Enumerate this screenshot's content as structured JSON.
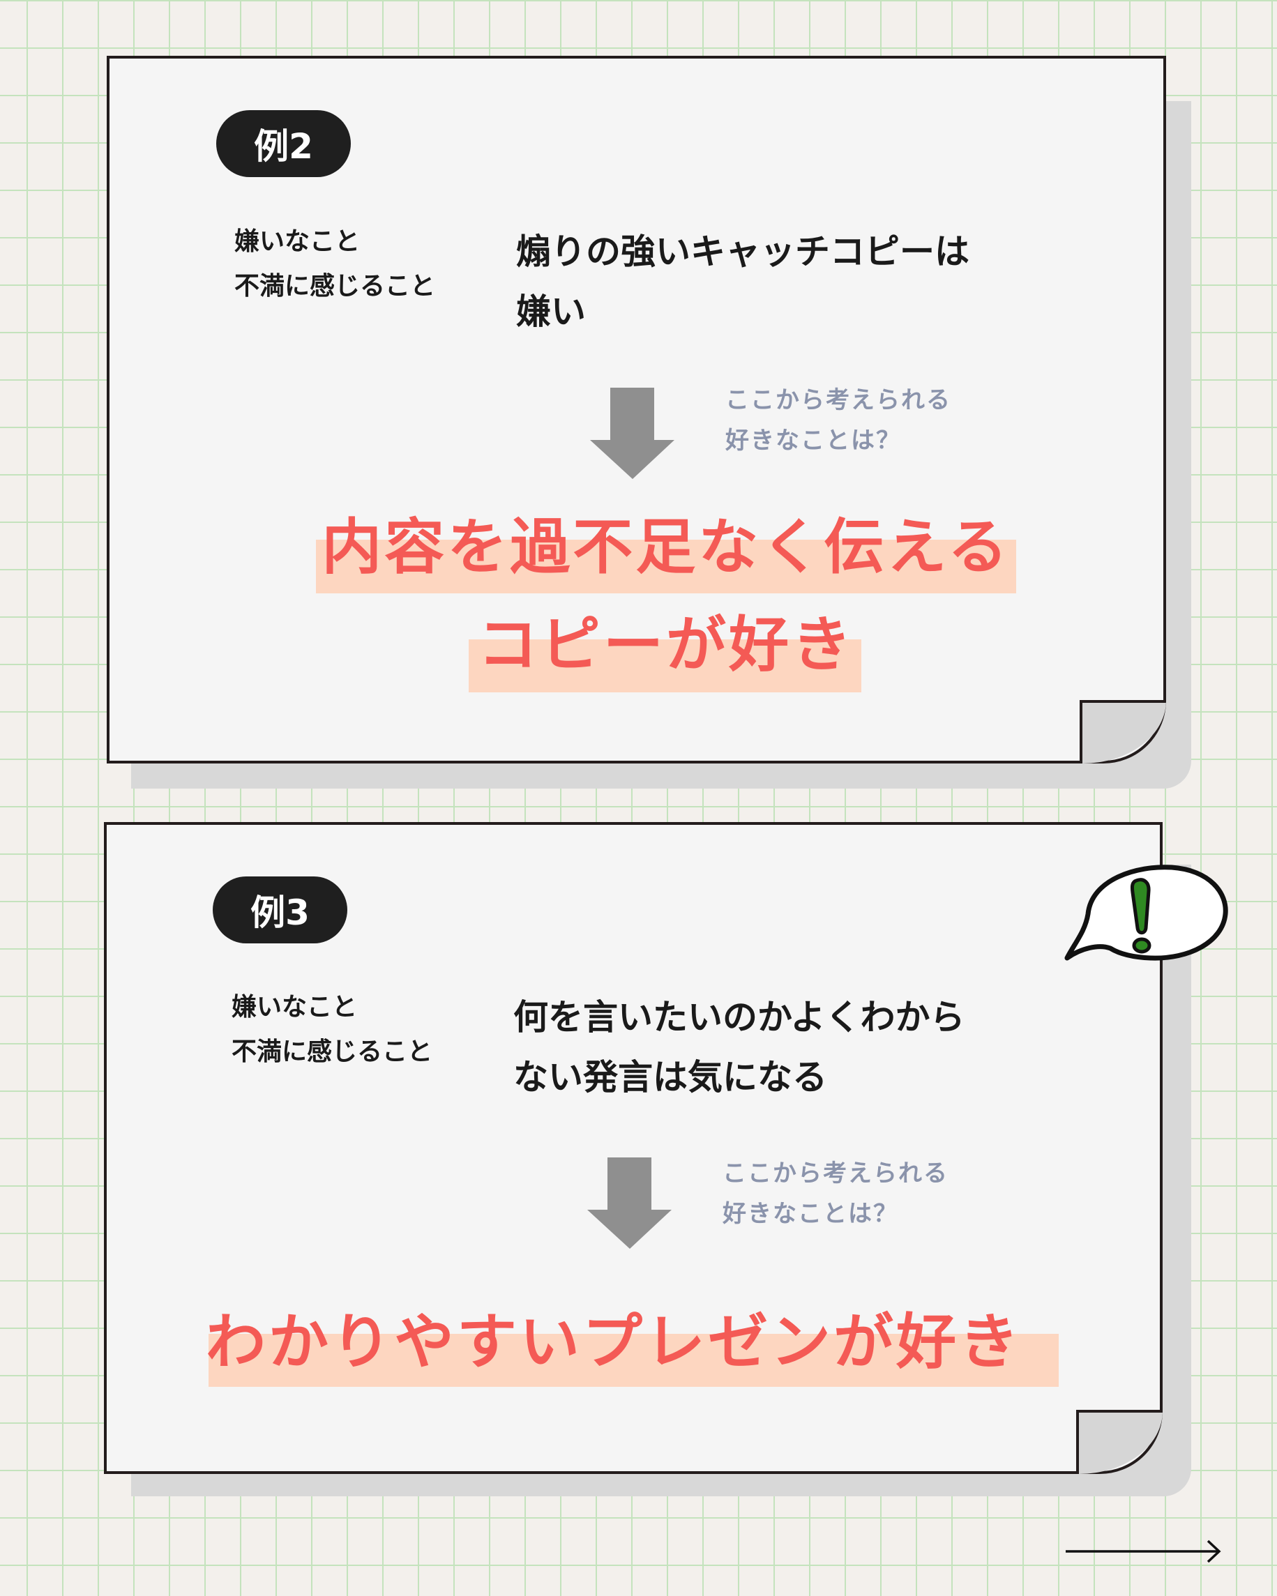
{
  "colors": {
    "accent_red": "#f45a55",
    "highlight": "#fdd6c0",
    "hint_text": "#8a93ab",
    "grid": "#c4e3bd",
    "exclamation": "#2f8a22"
  },
  "examples": [
    {
      "badge": "例2",
      "label_lines": [
        "嫌いなこと",
        "不満に感じること"
      ],
      "statement_lines": [
        "煽りの強いキャッチコピーは",
        "嫌い"
      ],
      "hint_lines": [
        "ここから考えられる",
        "好きなことは？"
      ],
      "answer_lines": [
        "内容を過不足なく伝える",
        "コピーが好き"
      ]
    },
    {
      "badge": "例3",
      "label_lines": [
        "嫌いなこと",
        "不満に感じること"
      ],
      "statement_lines": [
        "何を言いたいのかよくわから",
        "ない発言は気になる"
      ],
      "hint_lines": [
        "ここから考えられる",
        "好きなことは？"
      ],
      "answer_lines": [
        "わかりやすいプレゼンが好き"
      ]
    }
  ],
  "icons": {
    "arrow": "down-arrow-icon",
    "bubble": "exclamation-speech-bubble-icon",
    "next": "right-arrow-icon"
  }
}
